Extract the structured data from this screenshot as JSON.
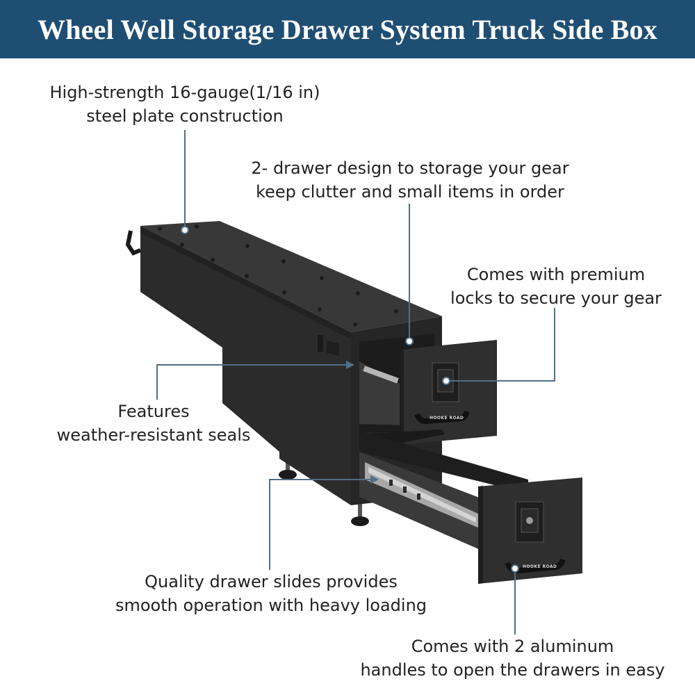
{
  "title": "Wheel Well Storage Drawer System Truck Side Box",
  "colors": {
    "banner": "#1f4e73",
    "box_body": "#2a2a2a",
    "leader_line": "#4f6f8a"
  },
  "callouts": {
    "steel": {
      "line1": "High-strength 16-gauge(1/16 in)",
      "line2": "steel plate construction"
    },
    "drawers": {
      "line1": "2- drawer design to storage your gear",
      "line2": "keep clutter and small items in order"
    },
    "locks": {
      "line1": "Comes with premium",
      "line2": "locks to secure your gear"
    },
    "seals": {
      "line1": "Features",
      "line2": "weather-resistant seals"
    },
    "slides": {
      "line1": "Quality drawer slides provides",
      "line2": "smooth operation with heavy loading"
    },
    "handles": {
      "line1": "Comes with 2 aluminum",
      "line2": "handles to open the drawers in easy"
    }
  },
  "brand_logo": "HOOKE ROAD"
}
